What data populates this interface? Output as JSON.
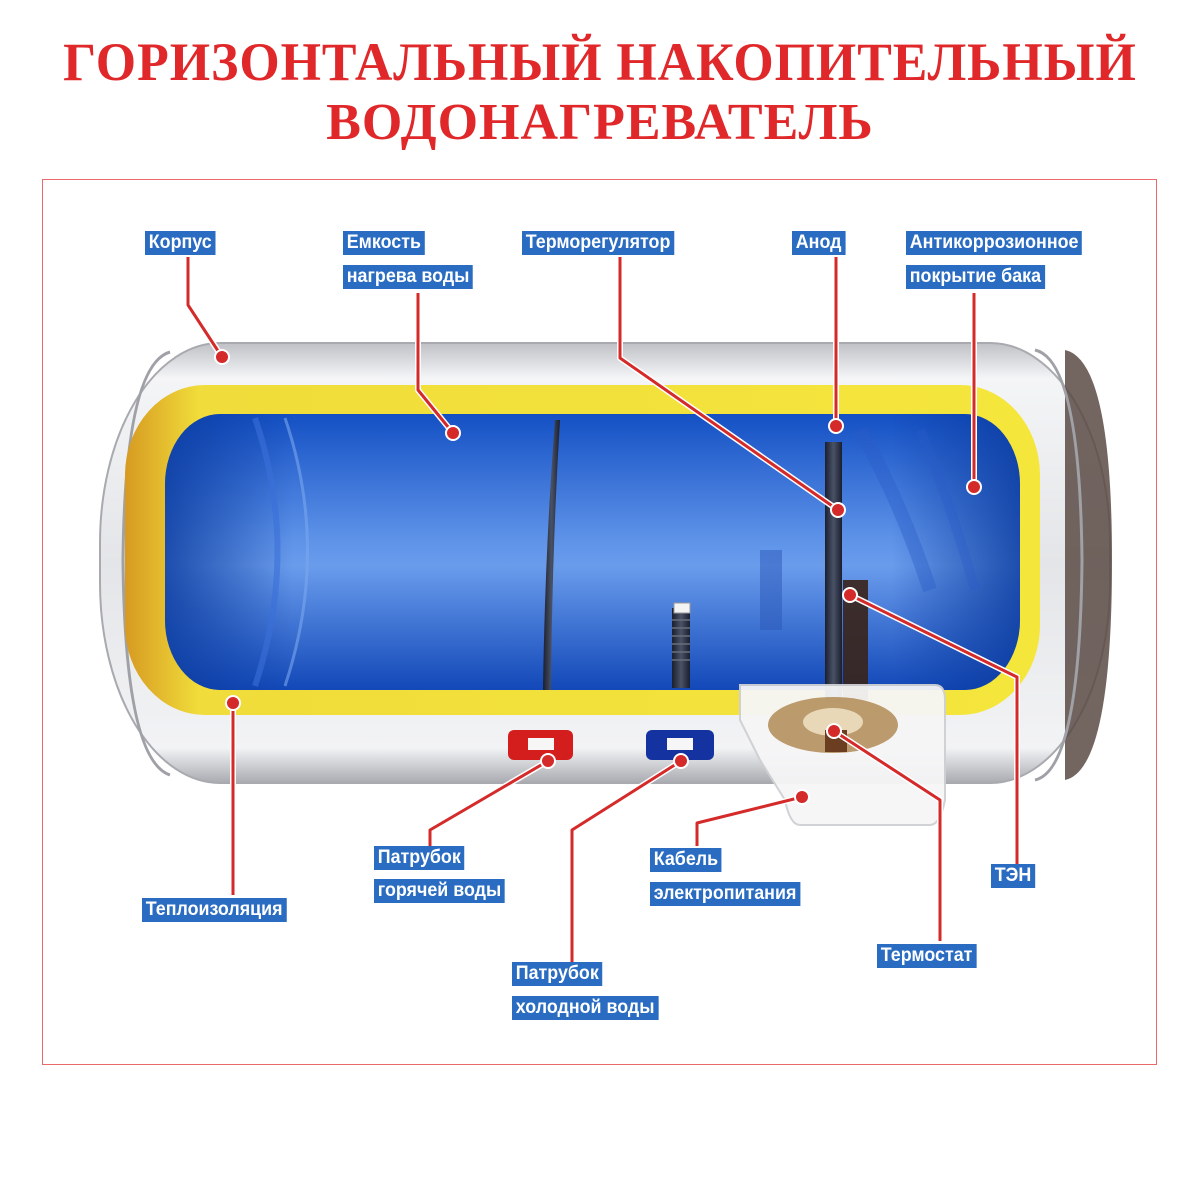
{
  "title": {
    "line1": "Горизонтальный накопительный",
    "line2": "водонагреватель"
  },
  "colors": {
    "title": "#e0282a",
    "label_bg": "#2a6cc2",
    "label_text": "#ffffff",
    "leader_line": "#d42a2a",
    "tank_blue": "#1f5fd0",
    "insulation_yellow": "#f2e23a",
    "body_silver": "#dcdde0"
  },
  "labels": {
    "korpus": "Корпус",
    "emkost_1": "Емкость",
    "emkost_2": "нагрева воды",
    "termoregulyator": "Терморегулятор",
    "anod": "Анод",
    "antikor_1": "Антикоррозионное",
    "antikor_2": "покрытие бака",
    "teploizolyaciya": "Теплоизоляция",
    "hot_1": "Патрубок",
    "hot_2": "горячей воды",
    "cold_1": "Патрубок",
    "cold_2": "холодной воды",
    "cable_1": "Кабель",
    "cable_2": "электропитания",
    "ten": "ТЭН",
    "termostat": "Термостат"
  }
}
